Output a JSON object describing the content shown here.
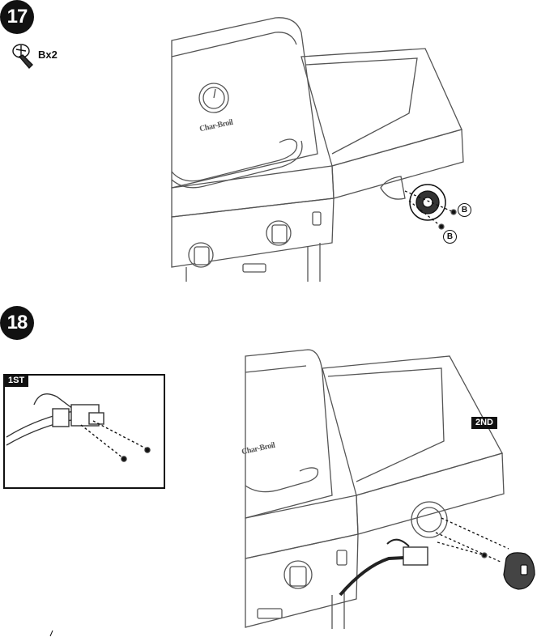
{
  "steps": [
    {
      "number": "17",
      "hardware_qty": "Bx2",
      "callout_letter": "B"
    },
    {
      "number": "18",
      "stage1_label": "1ST",
      "stage2_label": "2ND"
    }
  ],
  "logo_text": "Char-Broil",
  "colors": {
    "ink": "#111111",
    "line": "#555555"
  }
}
